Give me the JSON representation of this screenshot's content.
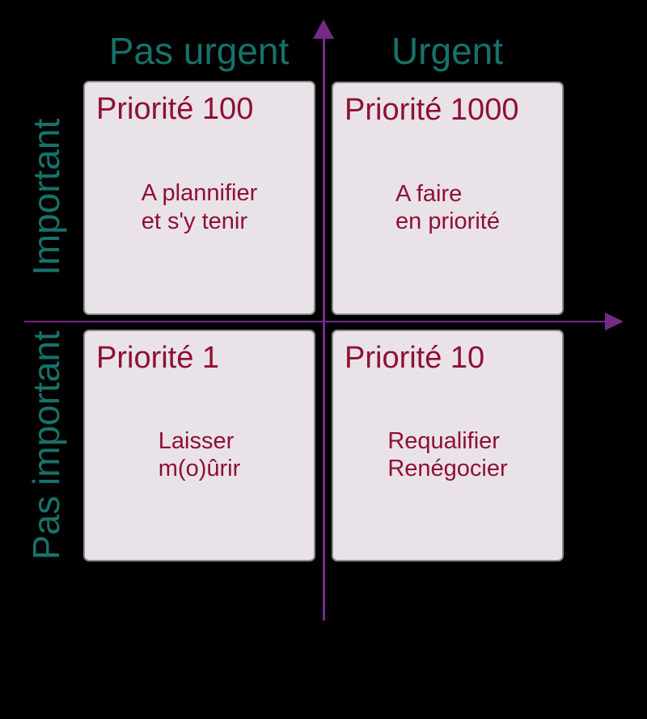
{
  "diagram": {
    "type": "eisenhower-matrix",
    "language": "fr"
  },
  "colors": {
    "teal_axis_labels": "#17726a",
    "red_quadrant_text": "#8e1033",
    "purple_axes": "#742b87",
    "box_fill": "#e9e3e9",
    "box_border": "#8a8a8a",
    "background": "#000000"
  },
  "axes": {
    "x_label_left": "Pas urgent",
    "x_label_right": "Urgent",
    "y_label_top": "Important",
    "y_label_bottom": "Pas important"
  },
  "quadrants": [
    {
      "id": "top-left",
      "title": "Priorité 100",
      "line1": "A plannifier",
      "line2": "et s'y tenir"
    },
    {
      "id": "top-right",
      "title": "Priorité 1000",
      "line1": "A faire",
      "line2": "en priorité"
    },
    {
      "id": "bottom-left",
      "title": "Priorité 1",
      "line1": "Laisser",
      "line2": "m(o)ûrir"
    },
    {
      "id": "bottom-right",
      "title": "Priorité 10",
      "line1": "Requalifier",
      "line2": "Renégocier"
    }
  ]
}
